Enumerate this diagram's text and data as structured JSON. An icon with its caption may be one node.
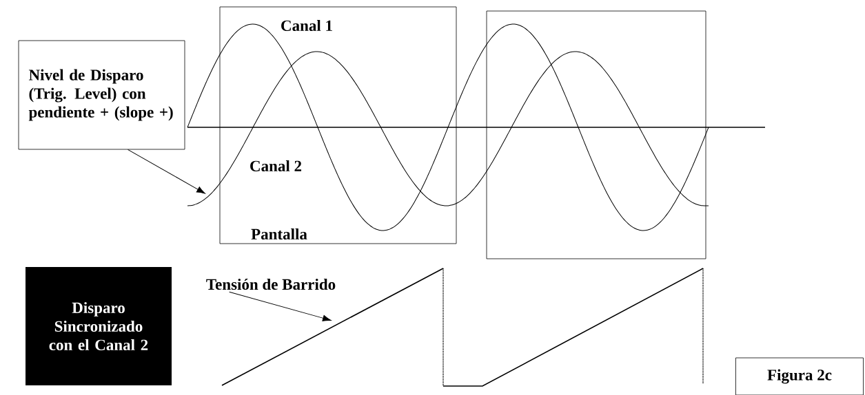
{
  "diagram": {
    "nodes": [
      {
        "text": [
          "Nivel de Disparo (Trig. Level) con pendiente + (slope +)"
        ]
      },
      {
        "text": [
          "Pantalla"
        ]
      },
      {
        "text": [],
        "shape": "box"
      },
      {
        "text": [
          "Disparo Sincronizado con el Canal 2"
        ]
      },
      {
        "text": [
          "Tensión de Barrido"
        ]
      },
      {
        "text": [
          "Figura 2c"
        ]
      }
    ],
    "edges": [
      {
        "from": 0,
        "to": null,
        "arrow": "to"
      },
      {
        "from": 4,
        "to": null,
        "arrow": "to"
      }
    ],
    "labels": [
      "Canal 1",
      "Canal 2"
    ]
  }
}
